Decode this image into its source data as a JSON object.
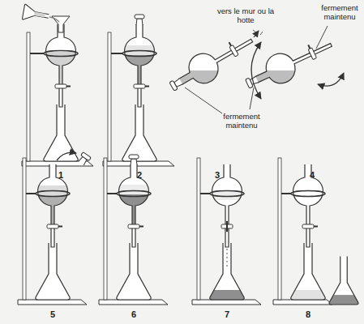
{
  "diagram": {
    "labels": [
      "vers le mur ou la hotte",
      "fermement maintenu",
      "fermement maintenu",
      "1",
      "2",
      "3",
      "4",
      "5",
      "6",
      "7",
      "8"
    ]
  }
}
